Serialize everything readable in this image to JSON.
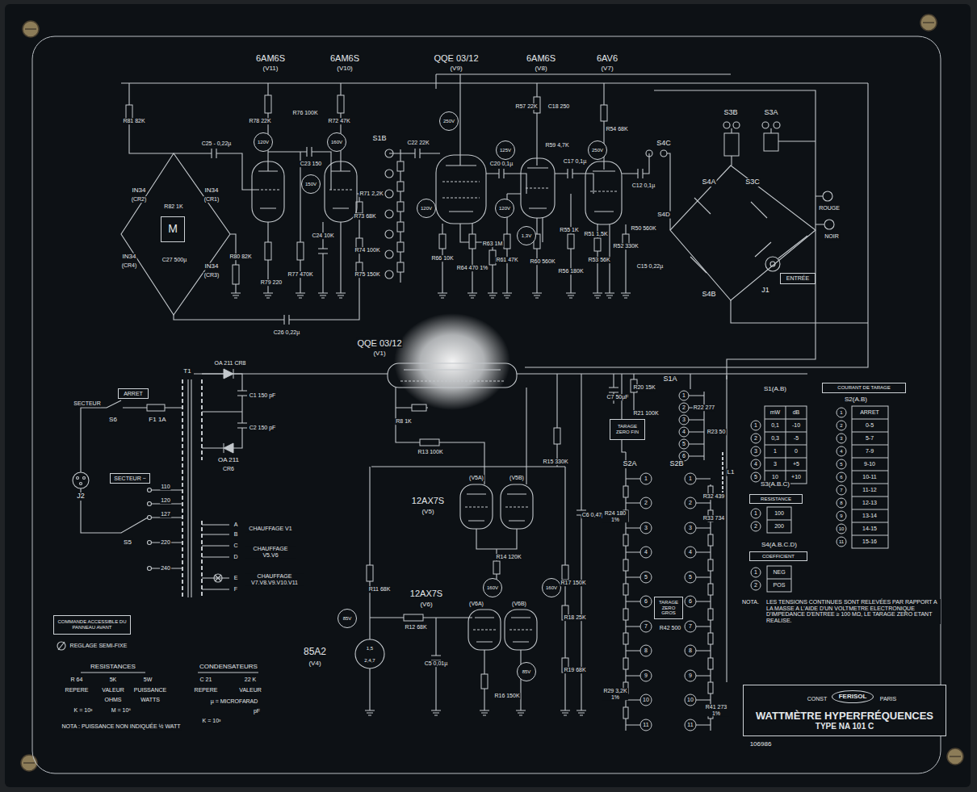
{
  "diagram": {
    "nodes": [
      {
        "text": [
          "WATTMÈTRE HYPERFRÉQUENCES",
          "TYPE NA 101 C"
        ]
      },
      {
        "text": [
          "FERISOL"
        ],
        "in": 0
      },
      {
        "text": [
          "COURANT DE TARAGE"
        ]
      },
      {
        "text": [
          "RESISTANCE"
        ]
      },
      {
        "text": [
          "COEFFICIENT"
        ]
      },
      {
        "text": [
          "TARAGE ZERO FIN"
        ]
      },
      {
        "text": [
          "TARAGE ZERO GROS"
        ]
      },
      {
        "text": [
          "ARRET"
        ]
      },
      {
        "text": [
          "SECTEUR ~"
        ]
      },
      {
        "text": [
          "ENTRÉE"
        ]
      },
      {
        "text": [
          "COMMANDE ACCESSIBLE DU PANNEAU AVANT"
        ]
      },
      {
        "text": [
          "120V"
        ]
      },
      {
        "text": [
          "160V"
        ]
      },
      {
        "text": [
          "150V"
        ]
      },
      {
        "text": [
          "250V"
        ]
      },
      {
        "text": [
          "125V"
        ]
      },
      {
        "text": [
          "250V"
        ]
      },
      {
        "text": [
          "120V"
        ]
      },
      {
        "text": [
          "120V"
        ]
      },
      {
        "text": [
          "1,3V"
        ]
      },
      {
        "text": [
          "85V"
        ]
      },
      {
        "text": [
          "160V"
        ]
      },
      {
        "text": [
          "160V"
        ]
      },
      {
        "text": [
          "85V"
        ]
      },
      {
        "text": [
          "M"
        ]
      }
    ],
    "labels": [
      "6AM6S",
      "(V11)",
      "6AM6S",
      "(V10)",
      "QQE 03/12",
      "(V9)",
      "6AM6S",
      "(V8)",
      "6AV6",
      "(V7)",
      "R81 82K",
      "C25 - 0,22µ",
      "IN34",
      "(CR2)",
      "IN34",
      "(CR1)",
      "IN34",
      "(CR4)",
      "IN34",
      "(CR3)",
      "R82 1K",
      "C27 500µ",
      "R80 82K",
      "R78 22K",
      "R79 220",
      "R77 470K",
      "R76 100K",
      "C23 150",
      "C24 10K",
      "R72 47K",
      "R71 2,2K",
      "R73 68K",
      "R74 100K",
      "R75 150K",
      "S1B",
      "C26 0,22µ",
      "C22 22K",
      "R66 10K",
      "R64 470 1%",
      "R63 1M",
      "C20 0,1µ",
      "R57 22K",
      "C18 250",
      "R59 4,7K",
      "R61 47K",
      "R60 560K",
      "R55 1K",
      "R56 180K",
      "C17 0,1µ",
      "R54 68K",
      "R51 1,5K",
      "R53 56K",
      "R52 330K",
      "R50 560K",
      "C15 0,22µ",
      "C12 0,1µ",
      "S4C",
      "S3B",
      "S3A",
      "S4A",
      "S3C",
      "S4D",
      "S4B",
      "ROUGE",
      "NOIR",
      "J1",
      "QQE 03/12",
      "(V1)",
      "OA 211 CR8",
      "C1 150 pF",
      "C2 150 pF",
      "OA 211",
      "CR6",
      "T1",
      "SECTEUR",
      "S6",
      "F1 1A",
      "J2",
      "110",
      "120",
      "127",
      "220",
      "240",
      "S5",
      "A",
      "B",
      "C",
      "D",
      "E",
      "F",
      "CHAUFFAGE V1",
      "CHAUFFAGE V5.V6",
      "CHAUFFAGE V7.V8.V9.V10.V11",
      "R8 1K",
      "R13 100K",
      "R15 330K",
      "C6 0,47µ",
      "12AX7S",
      "(V5)",
      "(V5A)",
      "(V5B)",
      "R14 120K",
      "R11 68K",
      "R12 68K",
      "12AX7S",
      "(V6)",
      "(V6A)",
      "(V6B)",
      "C5 0,01µ",
      "R16 150K",
      "R17 150K",
      "R18 25K",
      "R19 68K",
      "85A2",
      "(V4)",
      "1,5",
      "2,4,7",
      "C7 50µF",
      "R20 15K",
      "R21 100K",
      "S1A",
      "R22 277",
      "R23 50",
      "L1",
      "S2A",
      "S2B",
      "R32 439",
      "R33 734",
      "R42 500",
      "R24 180 1%",
      "R29 3,2K 1%",
      "R41 273 1%",
      "1",
      "2",
      "3",
      "4",
      "5",
      "6",
      "7",
      "8",
      "9",
      "10",
      "11",
      "1",
      "2",
      "3",
      "4",
      "5",
      "6",
      "7",
      "8",
      "9",
      "10",
      "11",
      "1",
      "2",
      "3",
      "4",
      "5",
      "6",
      "S1(A.B)",
      "S2(A.B)",
      "mW",
      "dB",
      "1",
      "0,1",
      "-10",
      "2",
      "0,3",
      "-5",
      "3",
      "1",
      "0",
      "4",
      "3",
      "+5",
      "5",
      "10",
      "+10",
      "1",
      "ARRET",
      "2",
      "0-5",
      "3",
      "5-7",
      "4",
      "7-9",
      "5",
      "9-10",
      "6",
      "10-11",
      "7",
      "11-12",
      "8",
      "12-13",
      "9",
      "13-14",
      "10",
      "14-15",
      "11",
      "15-16",
      "S3(A.B.C)",
      "1",
      "100",
      "2",
      "200",
      "S4(A.B.C.D)",
      "1",
      "NEG",
      "2",
      "POS",
      "NOTA.",
      "LES TENSIONS CONTINUES SONT RELEVÉES PAR RAPPORT A LA MASSE A L'AIDE D'UN VOLTMETRE ELECTRONIQUE D'IMPEDANCE D'ENTREE ≥ 100 MΩ, LE TARAGE ZERO ETANT REALISE.",
      "106986",
      "CONST",
      "PARIS",
      "REGLAGE SEMI-FIXE",
      "RESISTANCES",
      "R 64",
      "5K",
      "5W",
      "REPERE",
      "VALEUR",
      "PUISSANCE",
      "OHMS",
      "WATTS",
      "K = 10³",
      "M = 10⁶",
      "NOTA : PUISSANCE NON INDIQUÉE ½ WATT",
      "CONDENSATEURS",
      "C 21",
      "22 K",
      "REPERE",
      "VALEUR",
      "µ = MICROFARAD",
      "pF",
      "K = 10³"
    ]
  }
}
